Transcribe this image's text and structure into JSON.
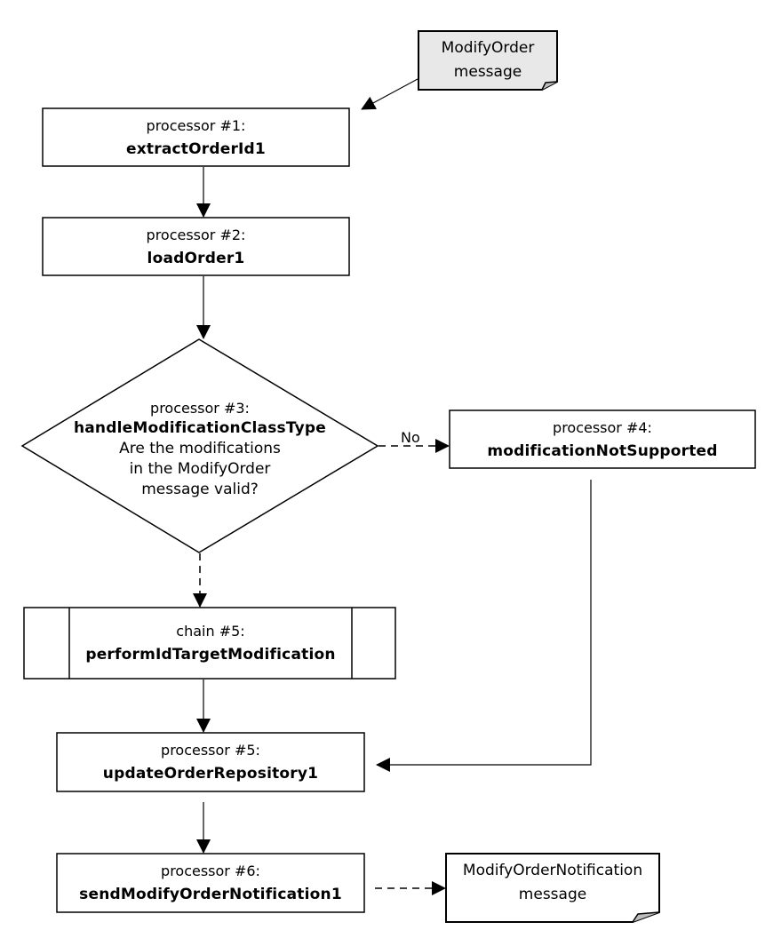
{
  "diagram": {
    "type": "flowchart",
    "colors": {
      "stroke": "#000000",
      "background": "#ffffff",
      "input_message_fill": "#e8e8e8",
      "output_message_fill": "#ffffff"
    },
    "input_message": {
      "line1": "ModifyOrder",
      "line2": "message"
    },
    "output_message": {
      "line1": "ModifyOrderNotification",
      "line2": "message"
    },
    "nodes": {
      "p1": {
        "label": "processor #1:",
        "name": "extractOrderId1"
      },
      "p2": {
        "label": "processor #2:",
        "name": "loadOrder1"
      },
      "p3": {
        "label": "processor #3:",
        "name": "handleModificationClassType",
        "question": [
          "Are the modifications",
          "in the ModifyOrder",
          "message valid?"
        ]
      },
      "p4": {
        "label": "processor #4:",
        "name": "modificationNotSupported"
      },
      "c5": {
        "label": "chain #5:",
        "name": "performIdTargetModification"
      },
      "p5": {
        "label": "processor #5:",
        "name": "updateOrderRepository1"
      },
      "p6": {
        "label": "processor #6:",
        "name": "sendModifyOrderNotification1"
      }
    },
    "edges": [
      {
        "from": "input_message",
        "to": "p1",
        "style": "solid"
      },
      {
        "from": "p1",
        "to": "p2",
        "style": "solid"
      },
      {
        "from": "p2",
        "to": "p3",
        "style": "solid"
      },
      {
        "from": "p3",
        "to": "p4",
        "style": "dashed",
        "label": "No"
      },
      {
        "from": "p3",
        "to": "c5",
        "style": "dashed"
      },
      {
        "from": "c5",
        "to": "p5",
        "style": "solid"
      },
      {
        "from": "p4",
        "to": "p5",
        "style": "solid"
      },
      {
        "from": "p5",
        "to": "p6",
        "style": "solid"
      },
      {
        "from": "p6",
        "to": "output_message",
        "style": "dashed"
      }
    ],
    "edge_labels": {
      "no": "No"
    }
  }
}
